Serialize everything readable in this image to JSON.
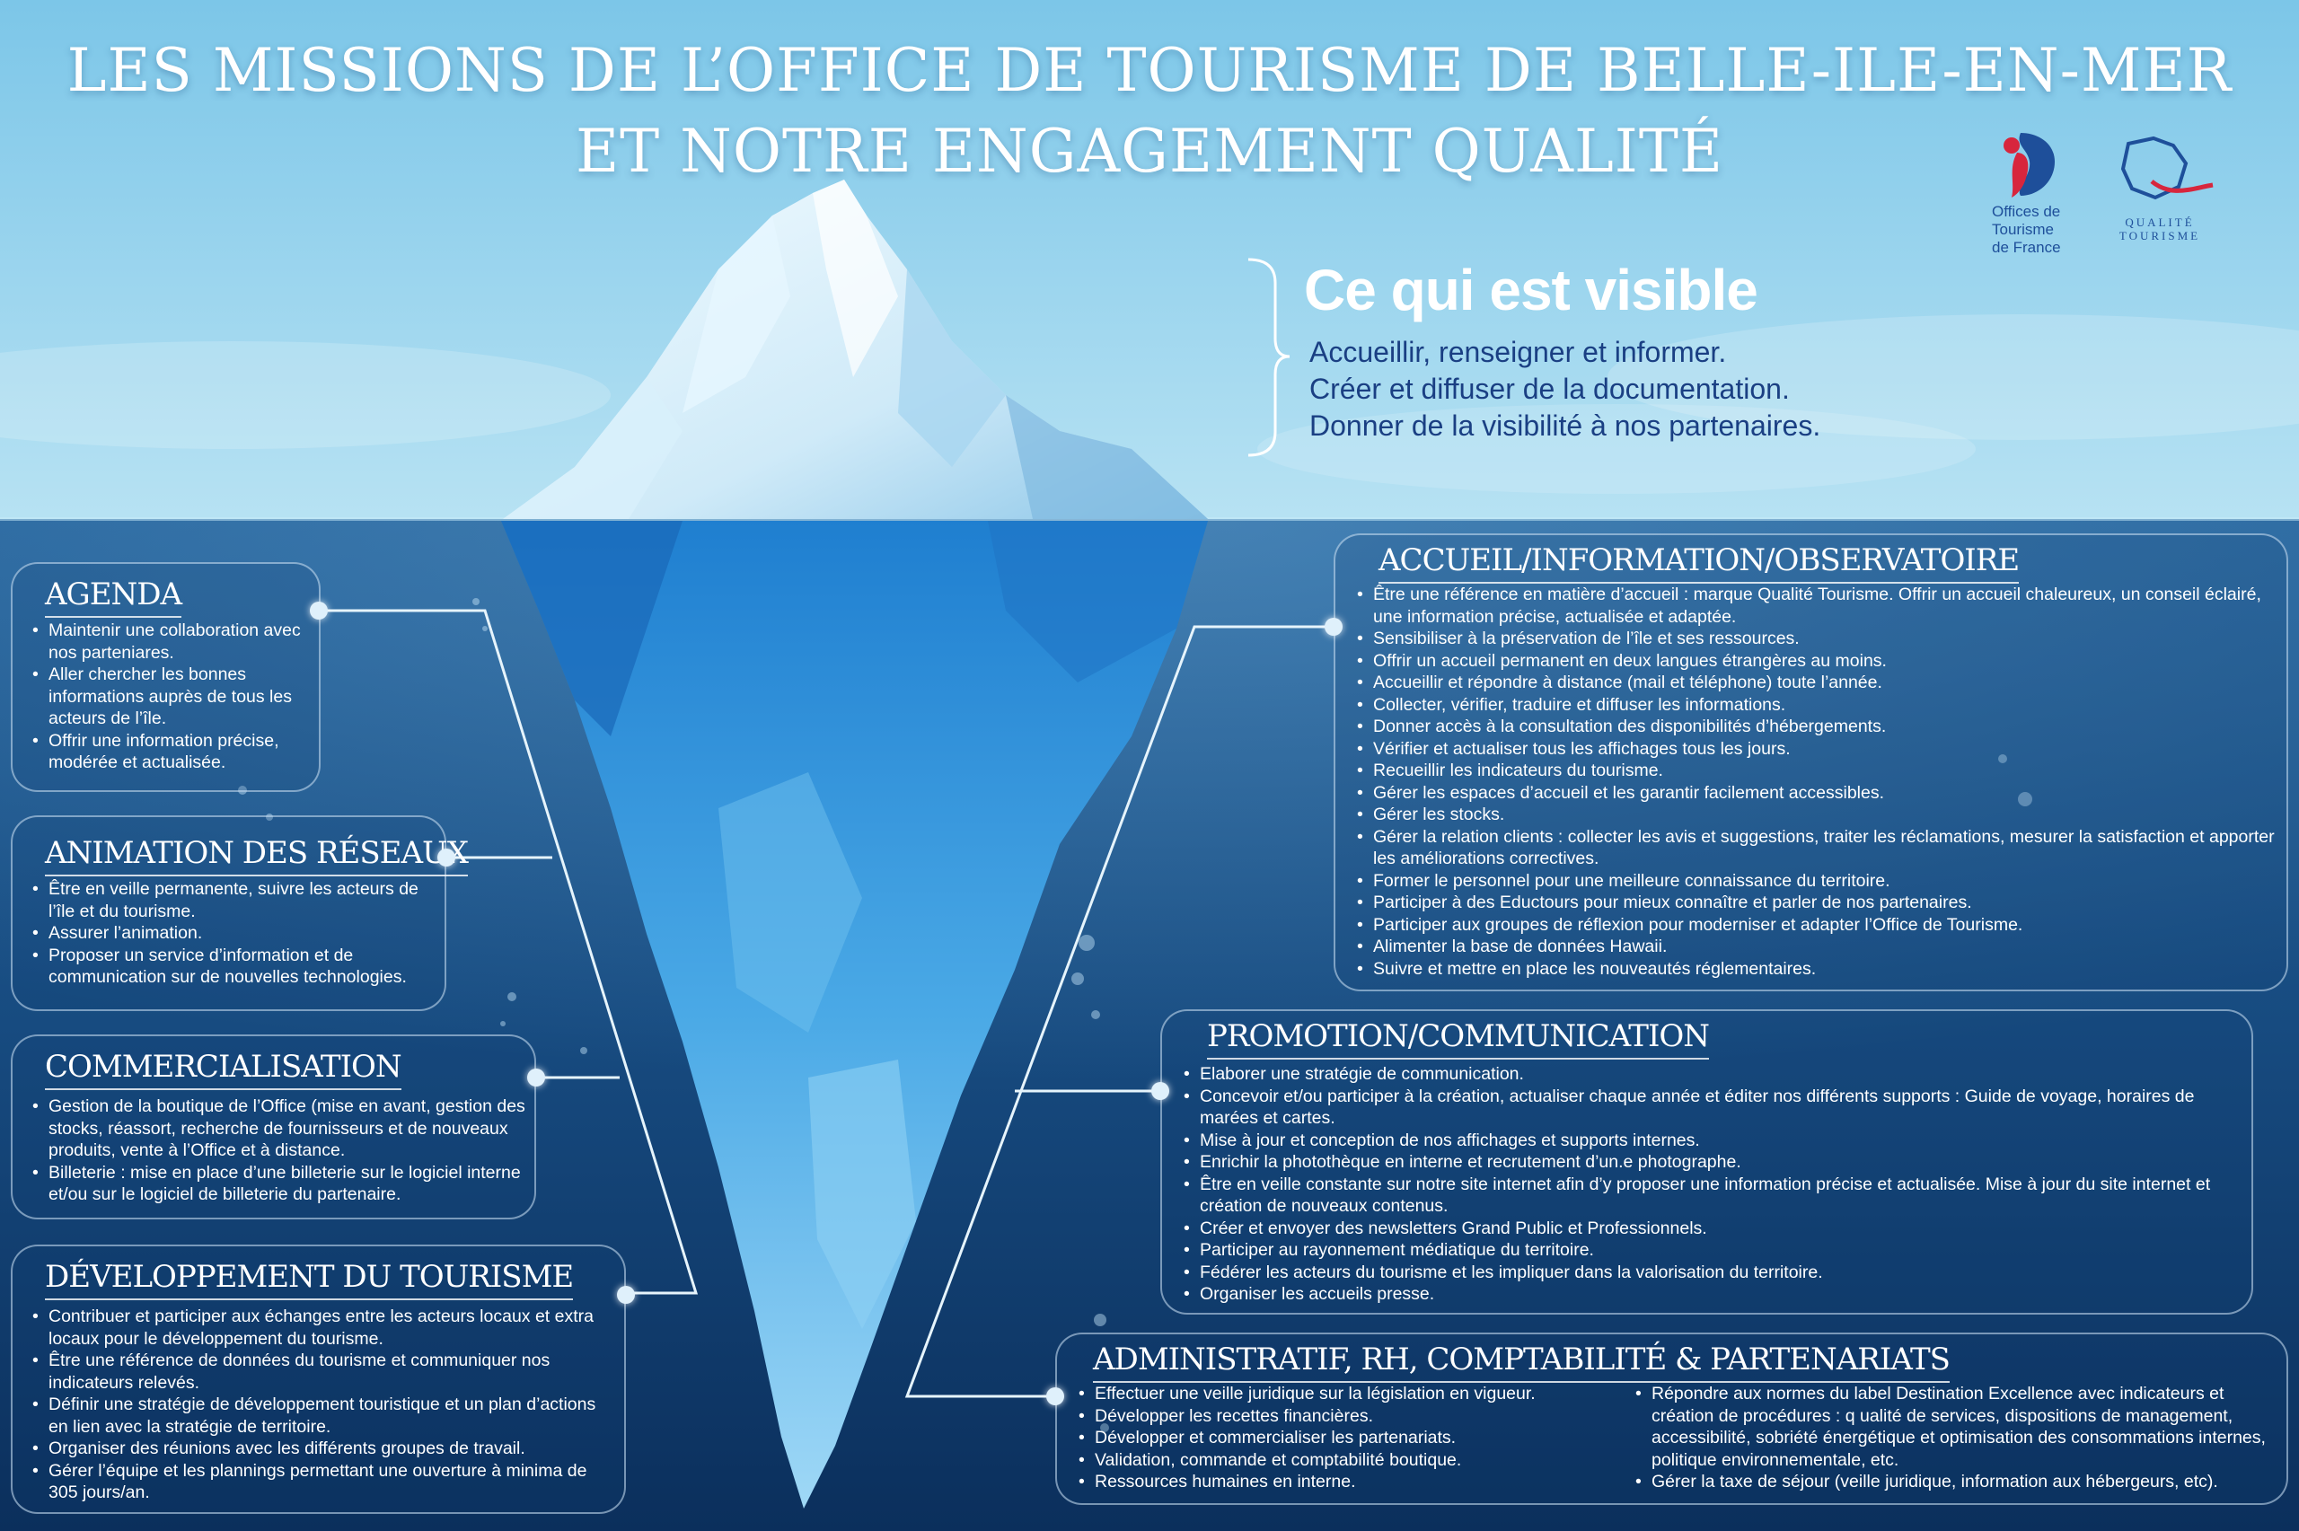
{
  "title": {
    "line1": "LES MISSIONS DE L’OFFICE DE TOURISME DE BELLE-ILE-EN-MER",
    "line2": "ET NOTRE ENGAGEMENT QUALITÉ"
  },
  "logos": {
    "offices": [
      "Offices de",
      "Tourisme",
      "de France"
    ],
    "qualite": [
      "QUALITÉ",
      "TOURISME"
    ]
  },
  "visible": {
    "title": "Ce qui est visible",
    "items": [
      "Accueillir, renseigner et informer.",
      "Créer et diffuser de la documentation.",
      "Donner de la visibilité à nos partenaires."
    ]
  },
  "boxes": {
    "agenda": {
      "title": "AGENDA",
      "items": [
        "Maintenir une collaboration avec nos parteniares.",
        "Aller chercher les bonnes informations auprès de tous les acteurs de l’île.",
        "Offrir une information précise, modérée et actualisée."
      ]
    },
    "animation": {
      "title": "ANIMATION DES RÉSEAUX",
      "items": [
        "Être en veille permanente, suivre les acteurs de l’île et du tourisme.",
        "Assurer l’animation.",
        "Proposer un service d’information et de communication sur de nouvelles technologies."
      ]
    },
    "commercialisation": {
      "title": "COMMERCIALISATION",
      "items": [
        "Gestion de la boutique de l’Office (mise en avant, gestion des stocks, réassort, recherche de fournisseurs et de nouveaux produits, vente à l’Office et à distance.",
        "Billeterie : mise en place d’une billeterie sur le logiciel interne et/ou sur le logiciel de billeterie du partenaire."
      ]
    },
    "developpement": {
      "title": "DÉVELOPPEMENT DU TOURISME",
      "items": [
        "Contribuer et participer aux échanges entre les acteurs locaux et extra locaux pour le développement du tourisme.",
        "Être une référence de données du tourisme et communiquer nos indicateurs relevés.",
        "Définir une stratégie de développement touristique et un plan d’actions en lien avec la stratégie de territoire.",
        "Organiser des réunions avec les différents groupes de travail.",
        "Gérer l’équipe et les plannings permettant une ouverture à minima de 305 jours/an."
      ]
    },
    "accueil": {
      "title": "ACCUEIL/INFORMATION/OBSERVATOIRE",
      "items": [
        "Être une référence en matière d’accueil : marque Qualité Tourisme. Offrir un accueil chaleureux, un conseil éclairé, une information précise, actualisée et adaptée.",
        "Sensibiliser à la préservation de l’île et ses ressources.",
        "Offrir un accueil permanent en deux langues étrangères au moins.",
        "Accueillir et répondre à distance (mail et téléphone) toute l’année.",
        "Collecter, vérifier, traduire et diffuser les informations.",
        "Donner accès à la consultation des disponibilités d’hébergements.",
        "Vérifier et actualiser tous les affichages tous les jours.",
        "Recueillir les indicateurs du tourisme.",
        "Gérer les espaces d’accueil et les garantir facilement accessibles.",
        "Gérer les stocks.",
        "Gérer la relation clients : collecter les avis et suggestions, traiter les réclamations, mesurer la satisfaction et apporter les améliorations correctives.",
        "Former le personnel pour une meilleure connaissance du territoire.",
        "Participer à des Eductours pour mieux connaître et parler de nos partenaires.",
        "Participer aux groupes de réflexion pour moderniser et adapter l’Office de Tourisme.",
        "Alimenter la base de données Hawaii.",
        "Suivre et mettre en place les nouveautés réglementaires."
      ]
    },
    "promotion": {
      "title": "PROMOTION/COMMUNICATION",
      "items": [
        "Elaborer une stratégie de communication.",
        "Concevoir et/ou participer à la création, actualiser chaque année et éditer nos différents supports : Guide de voyage, horaires de marées et cartes.",
        "Mise à jour et conception de nos affichages et supports internes.",
        "Enrichir la photothèque en interne et recrutement d’un.e photographe.",
        "Être en veille constante sur notre site internet afin d’y proposer une information précise et actualisée. Mise à jour du site internet et création de nouveaux contenus.",
        "Créer et envoyer des newsletters Grand Public et Professionnels.",
        "Participer au rayonnement médiatique du territoire.",
        "Fédérer les acteurs du tourisme et les impliquer dans la valorisation du territoire.",
        "Organiser les accueils presse."
      ]
    },
    "administratif": {
      "title": "ADMINISTRATIF, RH, COMPTABILITÉ & PARTENARIATS",
      "items_left": [
        "Effectuer une veille juridique sur la législation en vigueur.",
        "Développer les recettes financières.",
        "Développer et commercialiser les partenariats.",
        "Validation, commande et comptabilité boutique.",
        "Ressources humaines en interne."
      ],
      "items_right": [
        "Répondre aux normes du label Destination Excellence avec indicateurs et création de procédures : q ualité de services, dispositions de management, accessibilité, sobriété énergétique et optimisation des consommations internes, politique environnementale, etc.",
        "Gérer la taxe de séjour (veille juridique, information aux hébergeurs, etc)."
      ]
    }
  },
  "colors": {
    "sky_top": "#8fd0ec",
    "sky_bottom": "#b9e4f4",
    "sea_top": "#1f5d96",
    "sea_bottom": "#0b2f5c",
    "visible_text": "#1a3f83",
    "logo_blue": "#1e4f9a",
    "logo_red": "#d7263d"
  }
}
